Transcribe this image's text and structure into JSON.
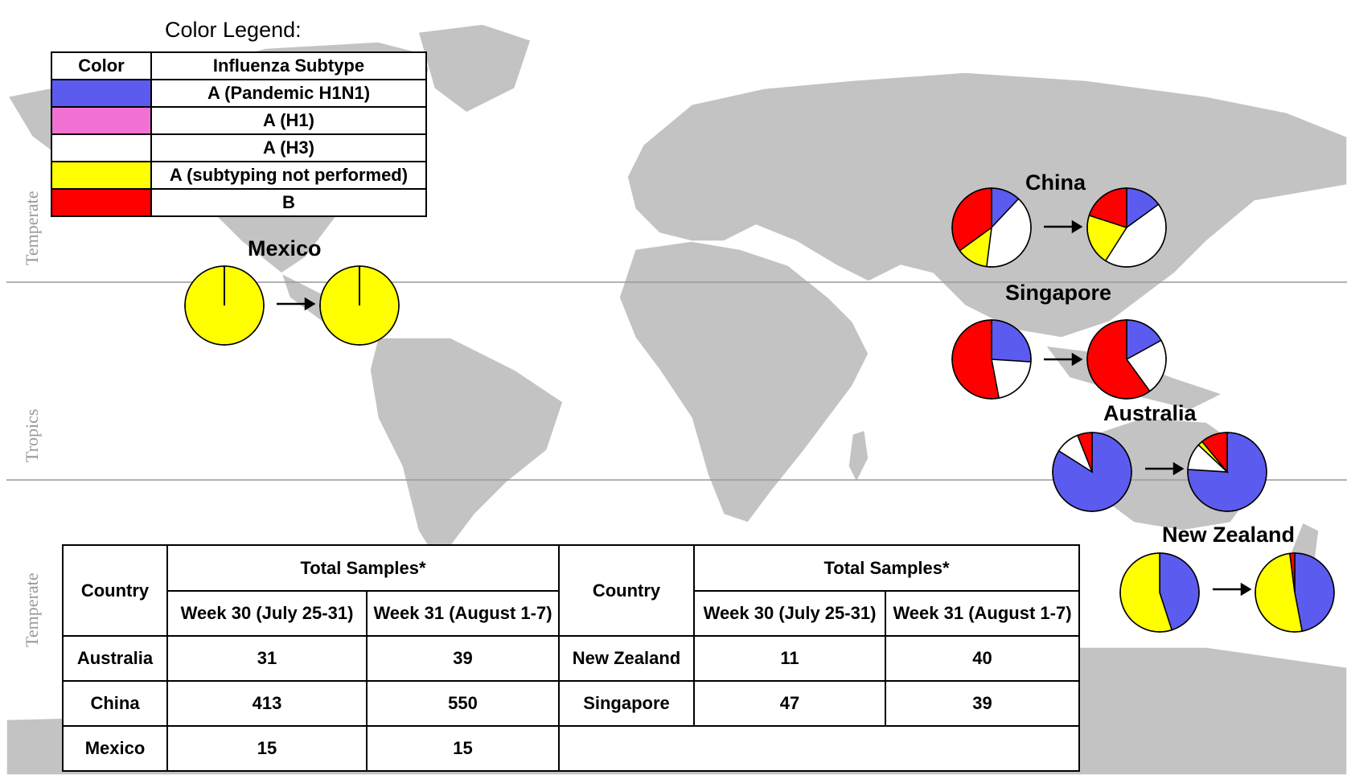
{
  "zones": {
    "top": "Temperate",
    "middle": "Tropics",
    "bottom": "Temperate"
  },
  "legend": {
    "title": "Color Legend:",
    "header_color": "Color",
    "header_subtype": "Influenza Subtype",
    "items": [
      {
        "label": "A (Pandemic H1N1)",
        "color": "#5b5bef"
      },
      {
        "label": "A (H1)",
        "color": "#f272d3"
      },
      {
        "label": "A (H3)",
        "color": "#ffffff"
      },
      {
        "label": "A (subtyping not performed)",
        "color": "#ffff00"
      },
      {
        "label": "B",
        "color": "#ff0000"
      }
    ]
  },
  "chart_data": {
    "type": "pie",
    "series_order": [
      "A (Pandemic H1N1)",
      "A (H1)",
      "A (H3)",
      "A (subtyping not performed)",
      "B"
    ],
    "countries": [
      {
        "name": "Mexico",
        "week30": [
          0,
          0,
          0,
          100,
          0
        ],
        "week31": [
          0,
          0,
          0,
          100,
          0
        ]
      },
      {
        "name": "China",
        "week30": [
          12,
          0,
          40,
          13,
          35
        ],
        "week31": [
          15,
          0,
          44,
          21,
          20
        ]
      },
      {
        "name": "Singapore",
        "week30": [
          26,
          0,
          21,
          0,
          53
        ],
        "week31": [
          17,
          0,
          23,
          0,
          60
        ]
      },
      {
        "name": "Australia",
        "week30": [
          84,
          0,
          10,
          0,
          6
        ],
        "week31": [
          76,
          0,
          11,
          2,
          11
        ]
      },
      {
        "name": "New Zealand",
        "week30": [
          45,
          0,
          0,
          55,
          0
        ],
        "week31": [
          47,
          0,
          0,
          51,
          2
        ]
      }
    ]
  },
  "samples": {
    "header_country": "Country",
    "header_total": "Total Samples*",
    "header_week30": "Week 30 (July 25-31)",
    "header_week31": "Week 31 (August 1-7)",
    "left_rows": [
      {
        "country": "Australia",
        "w30": "31",
        "w31": "39"
      },
      {
        "country": "China",
        "w30": "413",
        "w31": "550"
      },
      {
        "country": "Mexico",
        "w30": "15",
        "w31": "15"
      }
    ],
    "right_rows": [
      {
        "country": "New Zealand",
        "w30": "11",
        "w31": "40"
      },
      {
        "country": "Singapore",
        "w30": "47",
        "w31": "39"
      }
    ]
  }
}
